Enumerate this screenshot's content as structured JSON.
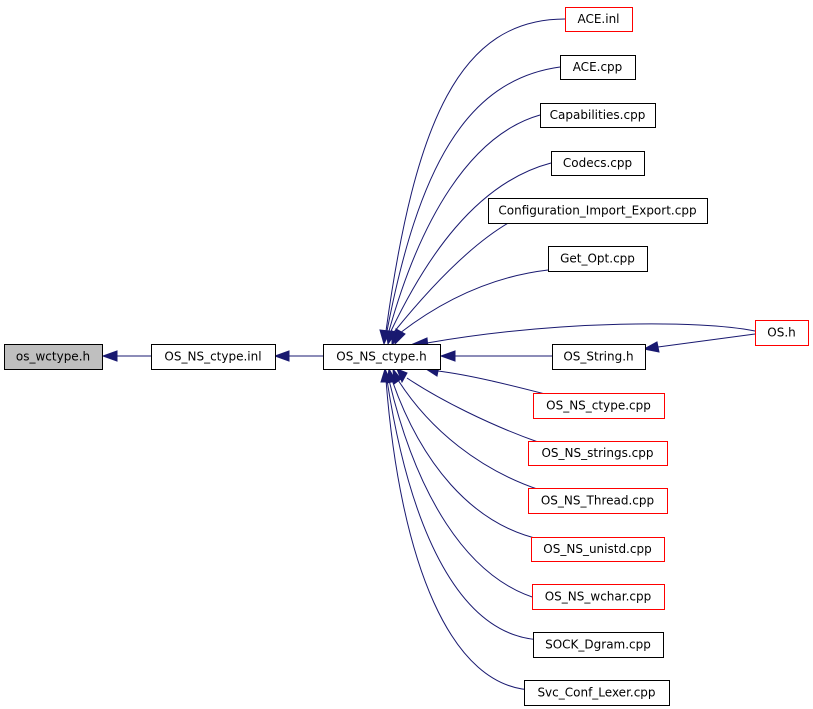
{
  "colors": {
    "edge": "#191970",
    "box_border_default": "#000000",
    "box_border_incomplete": "#ff0000",
    "root_fill": "#bfbfbf",
    "box_fill": "#ffffff"
  },
  "nodes": {
    "os_wctype_h": {
      "label": "os_wctype.h",
      "style": "root"
    },
    "os_ns_ctype_inl": {
      "label": "OS_NS_ctype.inl",
      "style": "default"
    },
    "os_ns_ctype_h": {
      "label": "OS_NS_ctype.h",
      "style": "default"
    },
    "ace_inl": {
      "label": "ACE.inl",
      "style": "incomplete"
    },
    "ace_cpp": {
      "label": "ACE.cpp",
      "style": "default"
    },
    "capabilities_cpp": {
      "label": "Capabilities.cpp",
      "style": "default"
    },
    "codecs_cpp": {
      "label": "Codecs.cpp",
      "style": "default"
    },
    "configuration_cpp": {
      "label": "Configuration_Import_Export.cpp",
      "style": "default"
    },
    "get_opt_cpp": {
      "label": "Get_Opt.cpp",
      "style": "default"
    },
    "os_string_h": {
      "label": "OS_String.h",
      "style": "default"
    },
    "os_h": {
      "label": "OS.h",
      "style": "incomplete"
    },
    "os_ns_ctype_cpp": {
      "label": "OS_NS_ctype.cpp",
      "style": "incomplete"
    },
    "os_ns_strings_cpp": {
      "label": "OS_NS_strings.cpp",
      "style": "incomplete"
    },
    "os_ns_thread_cpp": {
      "label": "OS_NS_Thread.cpp",
      "style": "incomplete"
    },
    "os_ns_unistd_cpp": {
      "label": "OS_NS_unistd.cpp",
      "style": "incomplete"
    },
    "os_ns_wchar_cpp": {
      "label": "OS_NS_wchar.cpp",
      "style": "incomplete"
    },
    "sock_dgram_cpp": {
      "label": "SOCK_Dgram.cpp",
      "style": "default"
    },
    "svc_conf_lexer_cpp": {
      "label": "Svc_Conf_Lexer.cpp",
      "style": "default"
    }
  },
  "edges": [
    {
      "from": "os_ns_ctype_inl",
      "to": "os_wctype_h"
    },
    {
      "from": "os_ns_ctype_h",
      "to": "os_ns_ctype_inl"
    },
    {
      "from": "ace_inl",
      "to": "os_ns_ctype_h"
    },
    {
      "from": "ace_cpp",
      "to": "os_ns_ctype_h"
    },
    {
      "from": "capabilities_cpp",
      "to": "os_ns_ctype_h"
    },
    {
      "from": "codecs_cpp",
      "to": "os_ns_ctype_h"
    },
    {
      "from": "configuration_cpp",
      "to": "os_ns_ctype_h"
    },
    {
      "from": "get_opt_cpp",
      "to": "os_ns_ctype_h"
    },
    {
      "from": "os_h",
      "to": "os_ns_ctype_h"
    },
    {
      "from": "os_string_h",
      "to": "os_ns_ctype_h"
    },
    {
      "from": "os_h",
      "to": "os_string_h"
    },
    {
      "from": "os_ns_ctype_cpp",
      "to": "os_ns_ctype_h"
    },
    {
      "from": "os_ns_strings_cpp",
      "to": "os_ns_ctype_h"
    },
    {
      "from": "os_ns_thread_cpp",
      "to": "os_ns_ctype_h"
    },
    {
      "from": "os_ns_unistd_cpp",
      "to": "os_ns_ctype_h"
    },
    {
      "from": "os_ns_wchar_cpp",
      "to": "os_ns_ctype_h"
    },
    {
      "from": "sock_dgram_cpp",
      "to": "os_ns_ctype_h"
    },
    {
      "from": "svc_conf_lexer_cpp",
      "to": "os_ns_ctype_h"
    }
  ]
}
